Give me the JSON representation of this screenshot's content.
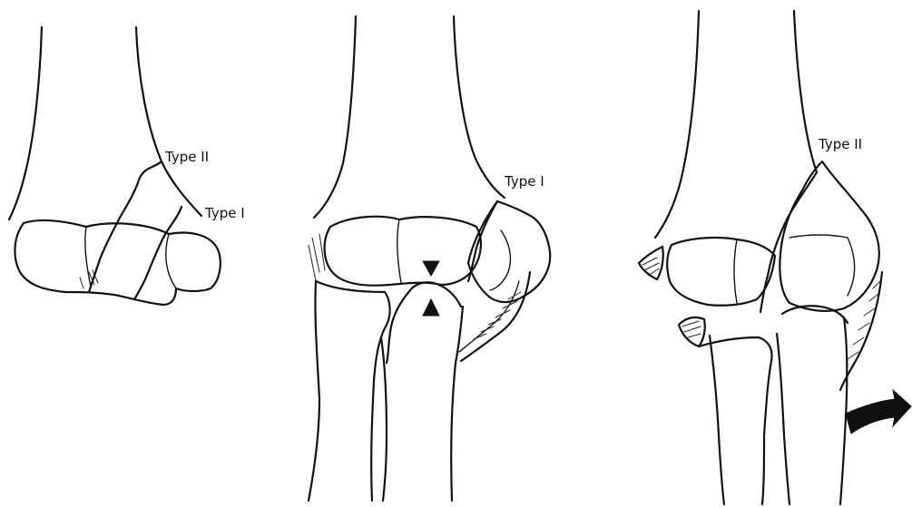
{
  "panels": [
    {
      "labels": [
        "Type II",
        "Type I"
      ]
    },
    {
      "labels": [
        "Type I"
      ]
    },
    {
      "labels": [
        "Type II"
      ]
    }
  ],
  "colors": {
    "ink": "#111111",
    "background": "#ffffff"
  }
}
